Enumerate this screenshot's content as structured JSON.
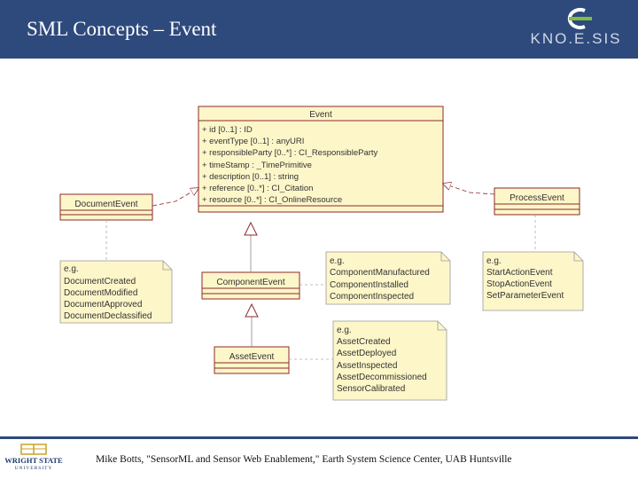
{
  "header": {
    "title": "SML Concepts – Event",
    "logo_text": "KNO.E.SIS"
  },
  "diagram": {
    "event": {
      "name": "Event",
      "attributes": [
        "+ id [0..1] : ID",
        "+ eventType [0..1] : anyURI",
        "+ responsibleParty [0..*] : CI_ResponsibleParty",
        "+ timeStamp : _TimePrimitive",
        "+ description [0..1] : string",
        "+ reference [0..*] : CI_Citation",
        "+ resource [0..*] : CI_OnlineResource"
      ]
    },
    "document_event": {
      "name": "DocumentEvent"
    },
    "process_event": {
      "name": "ProcessEvent"
    },
    "component_event": {
      "name": "ComponentEvent"
    },
    "asset_event": {
      "name": "AssetEvent"
    },
    "note_document": {
      "lines": [
        "e.g.",
        "DocumentCreated",
        "DocumentModified",
        "DocumentApproved",
        "DocumentDeclassified"
      ]
    },
    "note_component": {
      "lines": [
        "e.g.",
        "ComponentManufactured",
        "ComponentInstalled",
        "ComponentInspected"
      ]
    },
    "note_process": {
      "lines": [
        "e.g.",
        "StartActionEvent",
        "StopActionEvent",
        "SetParameterEvent"
      ]
    },
    "note_asset": {
      "lines": [
        "e.g.",
        "AssetCreated",
        "AssetDeployed",
        "AssetInspected",
        "AssetDecommissioned",
        "SensorCalibrated"
      ]
    }
  },
  "footer": {
    "citation": "Mike Botts, \"SensorML and Sensor Web Enablement,\" Earth System Science Center, UAB Huntsville",
    "university_name": "WRIGHT STATE",
    "university_sub": "UNIVERSITY"
  },
  "colors": {
    "header_bg": "#2e4a7d",
    "class_fill": "#fdf6c9",
    "class_border": "#8c2a2a",
    "line": "#888888"
  }
}
